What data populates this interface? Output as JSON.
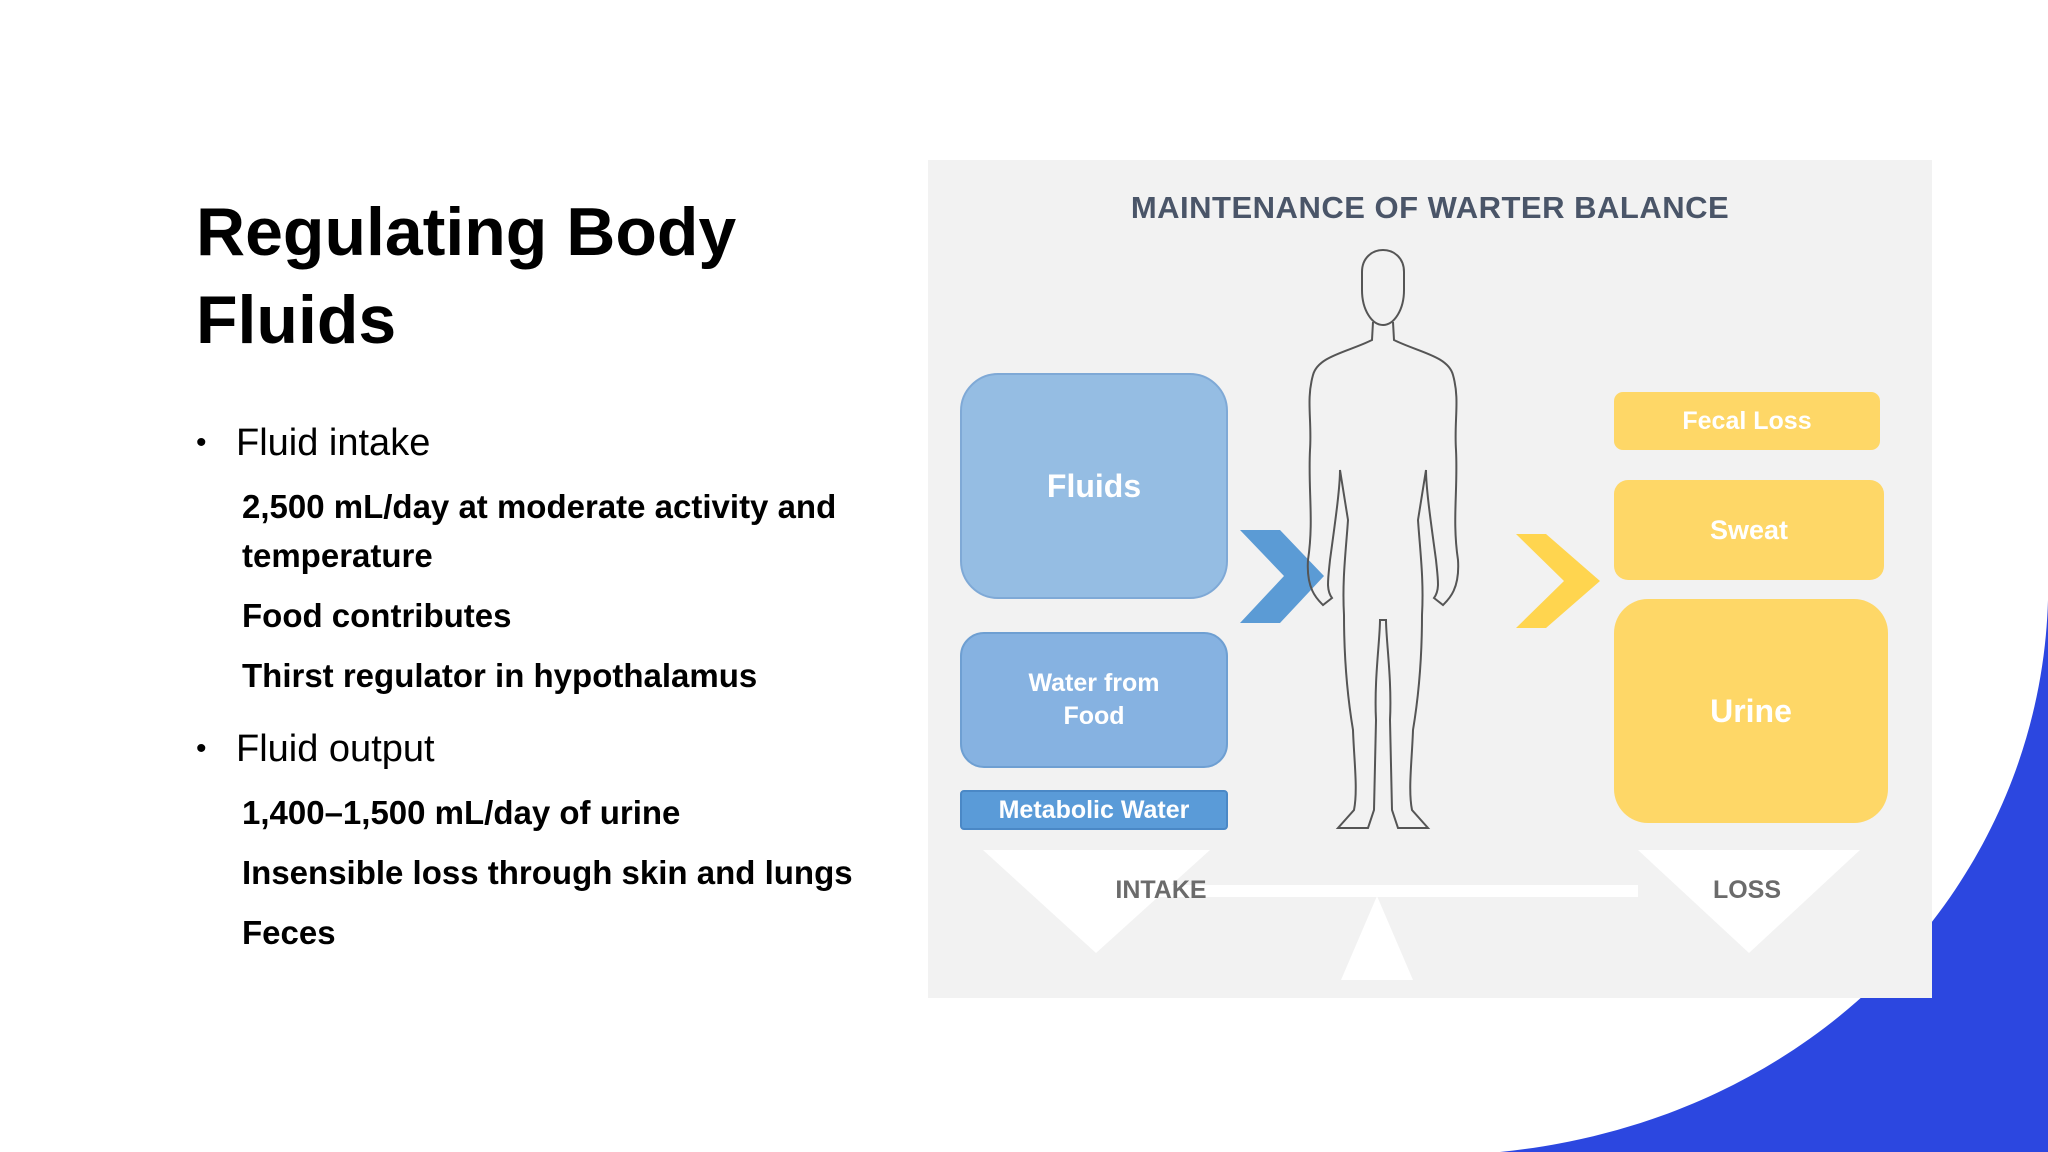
{
  "slide": {
    "title": "Regulating Body Fluids",
    "bullets": [
      {
        "label": "Fluid intake",
        "items": [
          "2,500 mL/day at moderate activity and temperature",
          "Food contributes",
          "Thirst regulator in hypothalamus"
        ]
      },
      {
        "label": "Fluid output",
        "items": [
          "1,400–1,500 mL/day of urine",
          "Insensible loss through skin and lungs",
          "Feces"
        ]
      }
    ],
    "bullet_symbol": "•"
  },
  "diagram": {
    "title": "MAINTENANCE OF WARTER BALANCE",
    "intake": {
      "label": "INTAKE",
      "boxes": [
        "Fluids",
        "Water from Food",
        "Metabolic Water"
      ],
      "color": "#95bde3",
      "arrow_color": "#5b9bd5"
    },
    "loss": {
      "label": "LOSS",
      "boxes": [
        "Fecal Loss",
        "Sweat",
        "Urine"
      ],
      "color": "#fed767",
      "arrow_color": "#ffd54f"
    },
    "background": "#f2f2f2"
  },
  "accent_color": "#2c47e0"
}
